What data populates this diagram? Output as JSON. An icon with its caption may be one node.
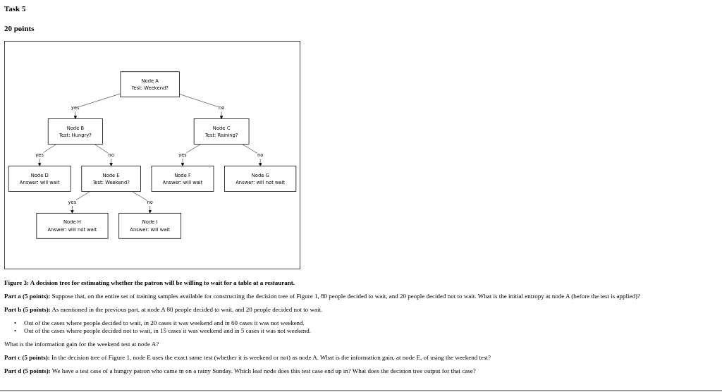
{
  "diagram": {
    "title": "Task 5",
    "caption": "Figure 3: A decision tree for estimating whether the patron will be willing to wait for a table at a restaurant.",
    "nodes": [
      {
        "text": [
          "Node A",
          "Test: Weekend?"
        ]
      },
      {
        "text": [
          "Node B",
          "Test: Hungry?"
        ]
      },
      {
        "text": [
          "Node C",
          "Test: Raining?"
        ]
      },
      {
        "text": [
          "Node D",
          "Answer: will wait"
        ]
      },
      {
        "text": [
          "Node E",
          "Test: Weekend?"
        ]
      },
      {
        "text": [
          "Node F",
          "Answer: will wait"
        ]
      },
      {
        "text": [
          "Node G",
          "Answer: will not wait"
        ]
      },
      {
        "text": [
          "Node H",
          "Answer: will not wait"
        ]
      },
      {
        "text": [
          "Node I",
          "Answer: will wait"
        ]
      }
    ],
    "edges": [
      {
        "from": 0,
        "to": 1,
        "arrow": "to",
        "label": "yes"
      },
      {
        "from": 0,
        "to": 2,
        "arrow": "to",
        "label": "no"
      },
      {
        "from": 1,
        "to": 3,
        "arrow": "to",
        "label": "yes"
      },
      {
        "from": 1,
        "to": 4,
        "arrow": "to",
        "label": "no"
      },
      {
        "from": 2,
        "to": 5,
        "arrow": "to",
        "label": "yes"
      },
      {
        "from": 2,
        "to": 6,
        "arrow": "to",
        "label": "no"
      },
      {
        "from": 4,
        "to": 7,
        "arrow": "to",
        "label": "yes"
      },
      {
        "from": 4,
        "to": 8,
        "arrow": "to",
        "label": "no"
      }
    ],
    "labels": [
      "20 points",
      "**Part a (5 points):** Suppose that, on the entire set of training samples available for constructing the decision tree of Figure 1, 80 people decided to wait, and 20 people decided not to wait. What is the initial entropy at node A (before the test is applied)?",
      "**Part b (5 points):** As mentioned in the previous part, at node A 80 people decided to wait, and 20 people decided not to wait.",
      "•",
      "Out of the cases where people decided to wait, in 20 cases it was weekend and in 60 cases it was not weekend.",
      "•",
      "Out of the cases where people decided not to wait, in 15 cases it was weekend and in 5 cases it was not weekend.",
      "What is the information gain for the weekend test at node A?",
      "**Part c (5 points):** In the decision tree of Figure 1, node E uses the exact same test (whether it is weekend or not) as node A. What is the information gain, at node E, of using the weekend test?",
      "**Part d (5 points):** We have a test case of a hungry patron who came in on a rainy Sunday. Which leaf node does this test case end up in? What does the decision tree output for that case?"
    ]
  }
}
